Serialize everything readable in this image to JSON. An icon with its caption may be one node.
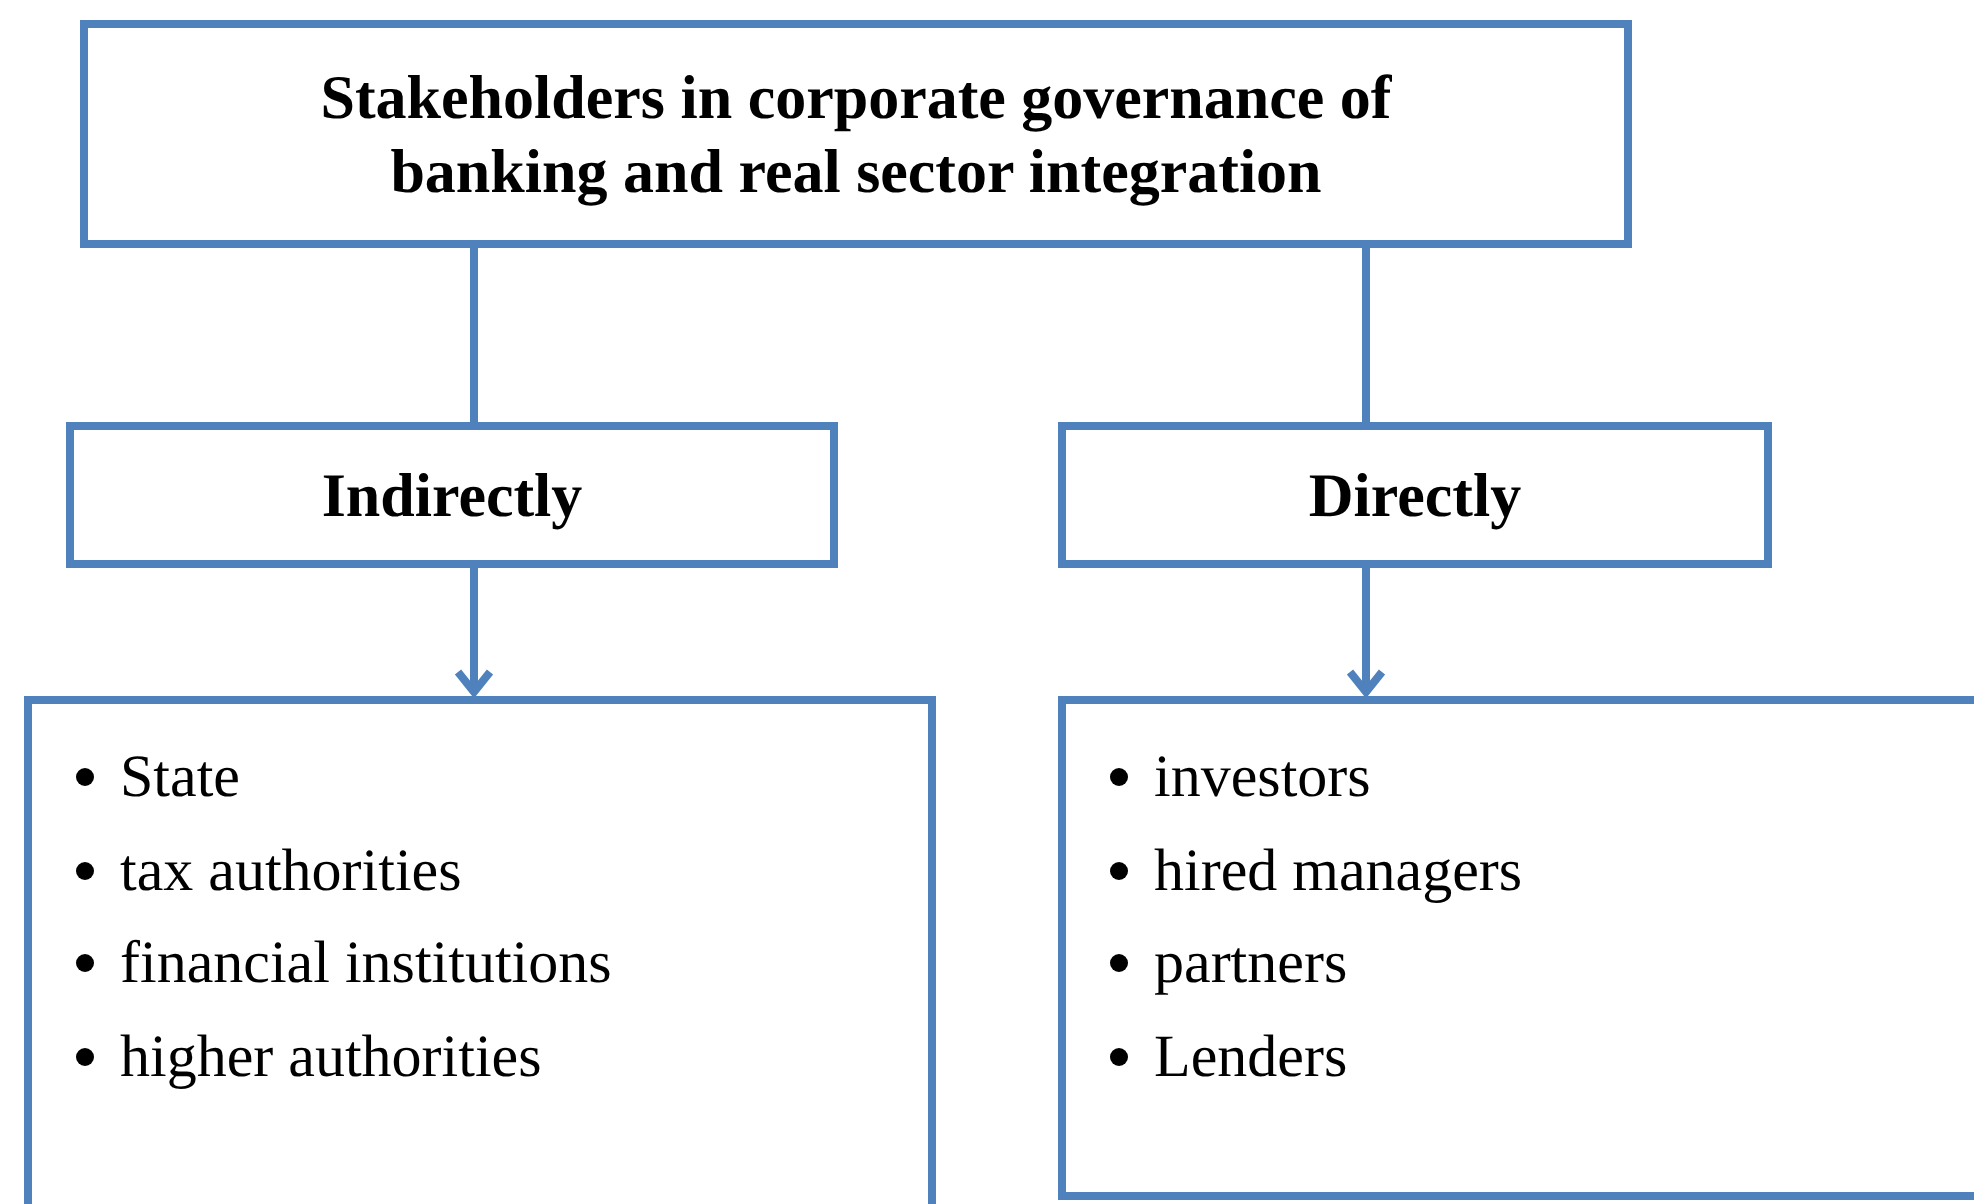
{
  "diagram": {
    "nodes": [
      {
        "text": [
          "Stakeholders in corporate governance of banking and real sector integration"
        ]
      },
      {
        "text": [
          "Indirectly"
        ]
      },
      {
        "text": [
          "Directly"
        ]
      },
      {
        "text": [
          "State",
          "tax authorities",
          "financial institutions",
          "higher authorities"
        ]
      },
      {
        "text": [
          "investors",
          "hired managers",
          "partners",
          "Lenders"
        ]
      }
    ],
    "edges": [
      {
        "from": 0,
        "to": 1,
        "arrow": "none"
      },
      {
        "from": 0,
        "to": 2,
        "arrow": "none"
      },
      {
        "from": 1,
        "to": 3,
        "arrow": "to"
      },
      {
        "from": 2,
        "to": 4,
        "arrow": "to"
      }
    ]
  }
}
